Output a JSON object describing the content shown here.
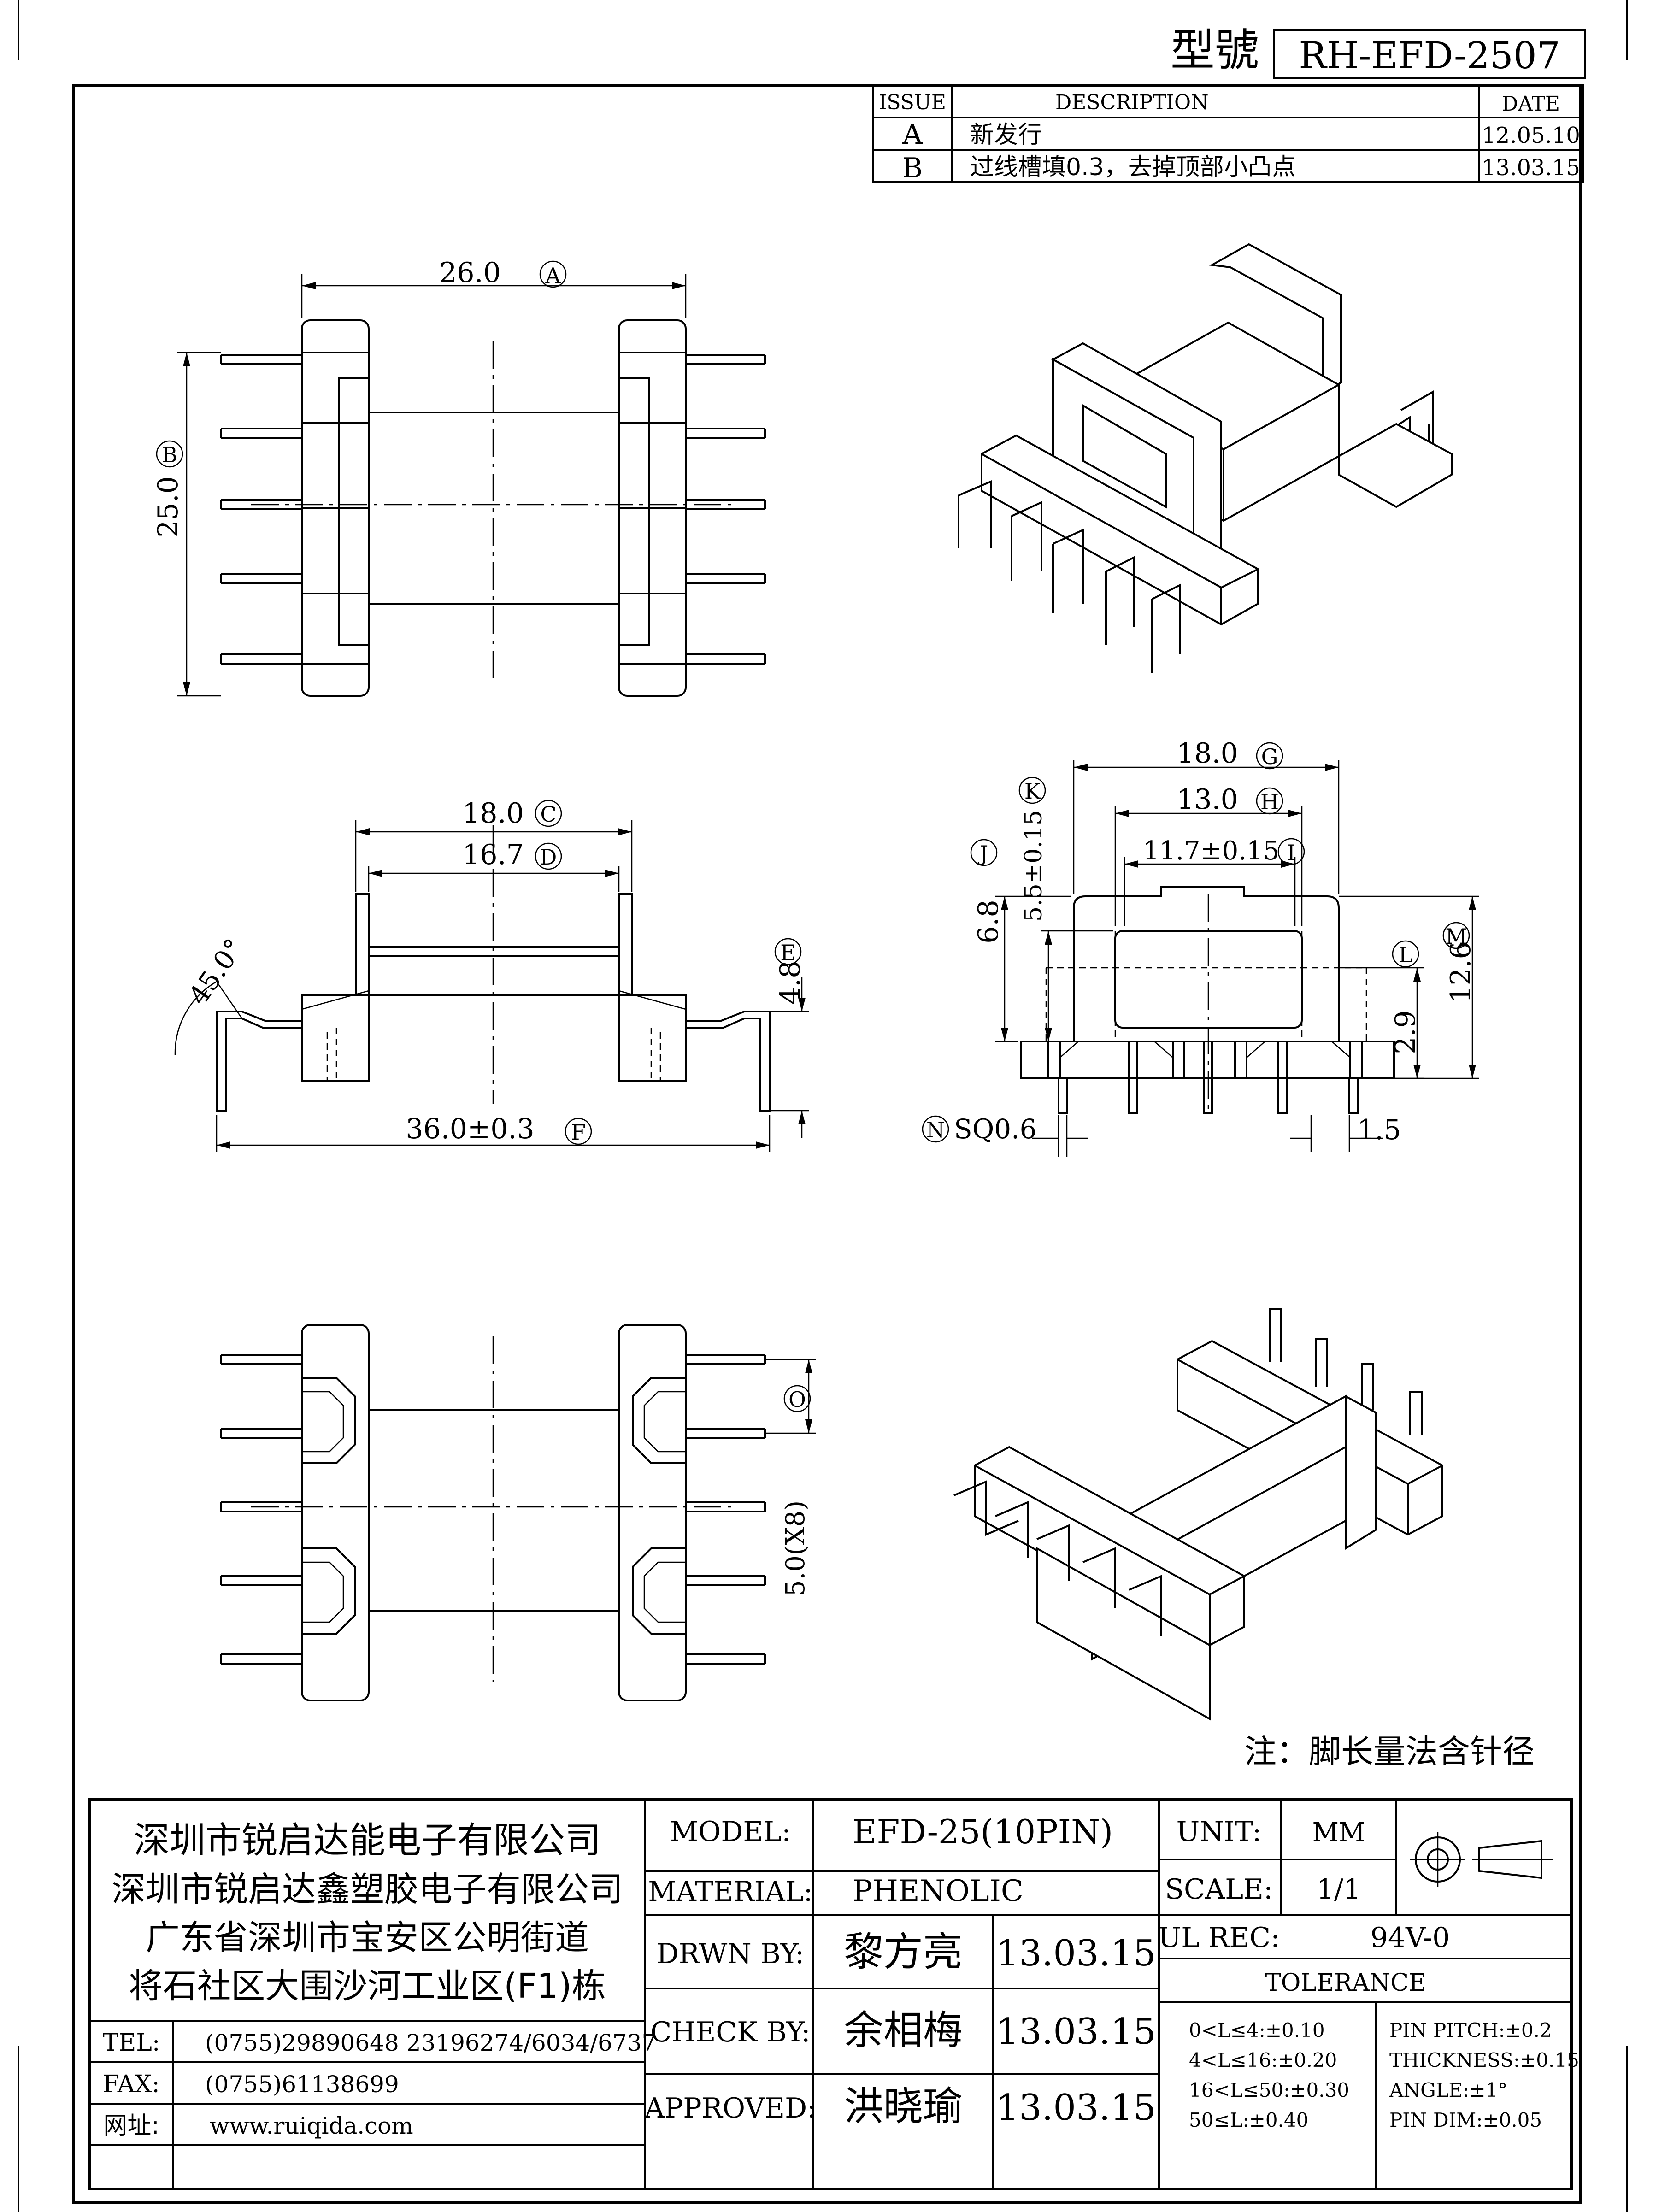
{
  "header": {
    "model_label": "型號",
    "model_number": "RH-EFD-2507"
  },
  "revision_table": {
    "headers": [
      "ISSUE",
      "DESCRIPTION",
      "DATE"
    ],
    "rows": [
      {
        "issue": "A",
        "description": "新发行",
        "date": "12.05.10"
      },
      {
        "issue": "B",
        "description": "过线槽填0.3，去掉顶部小凸点",
        "date": "13.03.15"
      }
    ]
  },
  "dimensions": {
    "A": {
      "text": "26.0",
      "tag": "A"
    },
    "B": {
      "text": "25.0",
      "tag": "B"
    },
    "C": {
      "text": "18.0",
      "tag": "C"
    },
    "D": {
      "text": "16.7",
      "tag": "D"
    },
    "E": {
      "text": "4.8",
      "tag": "E"
    },
    "F": {
      "text": "36.0±0.3",
      "tag": "F"
    },
    "angle": {
      "text": "45.0°"
    },
    "G": {
      "text": "18.0",
      "tag": "G"
    },
    "H": {
      "text": "13.0",
      "tag": "H"
    },
    "I": {
      "text": "11.7±0.15",
      "tag": "I"
    },
    "J": {
      "text": "6.8",
      "tag": "J"
    },
    "K": {
      "text": "5.5±0.15",
      "tag": "K"
    },
    "L": {
      "text": "2.9",
      "tag": "L"
    },
    "M": {
      "text": "12.6",
      "tag": "M"
    },
    "N": {
      "text": "SQ0.6",
      "tag": "N"
    },
    "pin_gap": {
      "text": "1.5"
    },
    "O": {
      "text": "5.0(X8)",
      "tag": "O"
    }
  },
  "note": "注：脚长量法含针径",
  "company": {
    "lines": [
      "深圳市锐启达能电子有限公司",
      "深圳市锐启达鑫塑胶电子有限公司",
      "广东省深圳市宝安区公明街道",
      "将石社区大围沙河工业区(F1)栋"
    ],
    "tel_label": "TEL:",
    "tel": "(0755)29890648  23196274/6034/6737",
    "fax_label": "FAX:",
    "fax": "(0755)61138699",
    "web_label": "网址:",
    "web": "www.ruiqida.com"
  },
  "title_block": {
    "model_label": "MODEL:",
    "model": "EFD-25(10PIN)",
    "material_label": "MATERIAL:",
    "material": "PHENOLIC",
    "drawn_label": "DRWN BY:",
    "drawn_by": "黎方亮",
    "drawn_date": "13.03.15",
    "check_label": "CHECK BY:",
    "checked_by": "余相梅",
    "check_date": "13.03.15",
    "approved_label": "APPROVED:",
    "approved_by": "洪晓瑜",
    "approved_date": "13.03.15",
    "unit_label": "UNIT:",
    "unit": "MM",
    "scale_label": "SCALE:",
    "scale": "1/1",
    "ul_label": "UL REC:",
    "ul": "94V-0",
    "tolerance_label": "TOLERANCE",
    "tolerances": [
      "0<L≤4:±0.10",
      "4<L≤16:±0.20",
      "16<L≤50:±0.30",
      "50≤L:±0.40"
    ],
    "tolerances_right": [
      "PIN PITCH:±0.2",
      "THICKNESS:±0.15",
      "ANGLE:±1°",
      "PIN DIM:±0.05"
    ]
  }
}
